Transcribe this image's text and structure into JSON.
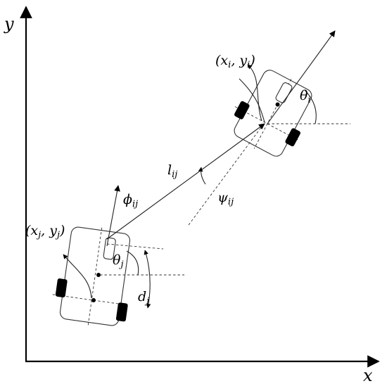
{
  "axes": {
    "x": {
      "main": "x",
      "sub": ""
    },
    "y": {
      "main": "y",
      "sub": ""
    }
  },
  "labels": {
    "leader_pos": {
      "open": "(x",
      "sub1": "i",
      "mid": ", y",
      "sub2": "i",
      "close": ")"
    },
    "follower_pos": {
      "open": "(x",
      "sub1": "j",
      "mid": ", y",
      "sub2": "j",
      "close": ")"
    },
    "theta_i": {
      "main": "θ",
      "sub": "i"
    },
    "theta_j": {
      "main": "θ",
      "sub": "j"
    },
    "phi_ij": {
      "main": "ϕ",
      "sub": "ij"
    },
    "psi_ij": {
      "main": "ψ",
      "sub": "ij"
    },
    "l_ij": {
      "main": "l",
      "sub": "ij"
    },
    "d_j": {
      "main": "d",
      "sub": "j"
    }
  },
  "colors": {
    "stroke": "#000000",
    "wheel": "#000000",
    "background": "#ffffff"
  }
}
